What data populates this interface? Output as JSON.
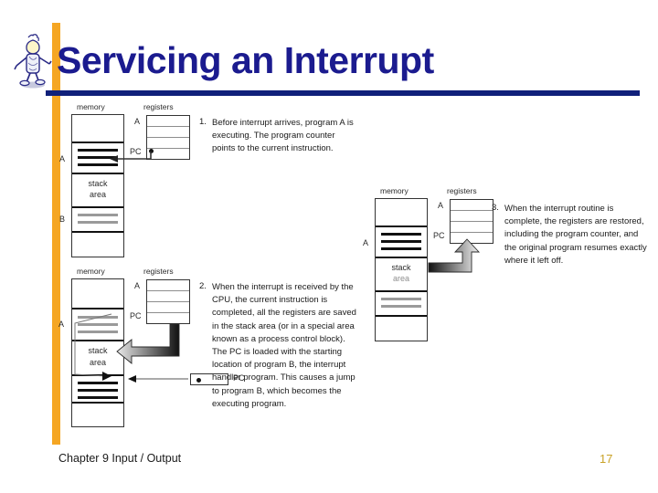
{
  "slide": {
    "title": "Servicing an Interrupt",
    "accent_color": "#F5A623",
    "rule_color": "#10207A",
    "title_color": "#1B1B8F",
    "page_number_color": "#C9A227",
    "mascot_icon": "stick-figure-person-icon"
  },
  "footer": {
    "chapter_label": "Chapter 9 Input / Output",
    "page_number": "17"
  },
  "steps": [
    {
      "number": "1.",
      "text": "Before interrupt arrives, program A is executing. The program counter points to the current instruction."
    },
    {
      "number": "2.",
      "text": "When the interrupt is received by the CPU, the current instruction is completed, all the registers are saved in the stack area (or in a special area known as a process control block). The PC is loaded with the starting location of program B, the interrupt handler program. This causes a jump to program B, which becomes the executing program."
    },
    {
      "number": "3.",
      "text": "When the interrupt routine is complete, the registers are restored, including the program counter, and the original program resumes exactly where it left off."
    }
  ],
  "diagrams": [
    {
      "id": "diagram-1",
      "memory_caption": "memory",
      "registers_caption": "registers",
      "memory_labels": {
        "upper": "A",
        "lower": "B"
      },
      "stack_text_line1": "stack",
      "stack_text_line2": "area",
      "register_labels": {
        "top": "A",
        "bottom": "PC"
      },
      "upper_block_state": "active",
      "lower_block_state": "inactive",
      "arrow": "pc-points-to-program-a"
    },
    {
      "id": "diagram-2",
      "memory_caption": "memory",
      "registers_caption": "registers",
      "memory_labels": {
        "upper": "A"
      },
      "stack_text_line1": "stack",
      "stack_text_line2": "area",
      "register_labels": {
        "top": "A",
        "bottom": "PC"
      },
      "pc_box_label": "PC",
      "upper_block_state": "inactive",
      "lower_block_state": "active",
      "arrow": "registers-saved-to-stack-and-pc-points-to-program-b"
    },
    {
      "id": "diagram-3",
      "memory_caption": "memory",
      "registers_caption": "registers",
      "memory_labels": {
        "upper": "A"
      },
      "stack_text_line1": "stack",
      "stack_text_line2": "area",
      "register_labels": {
        "top": "A",
        "bottom": "PC"
      },
      "upper_block_state": "active",
      "lower_block_state": "inactive",
      "arrow": "stack-restored-to-registers"
    }
  ]
}
